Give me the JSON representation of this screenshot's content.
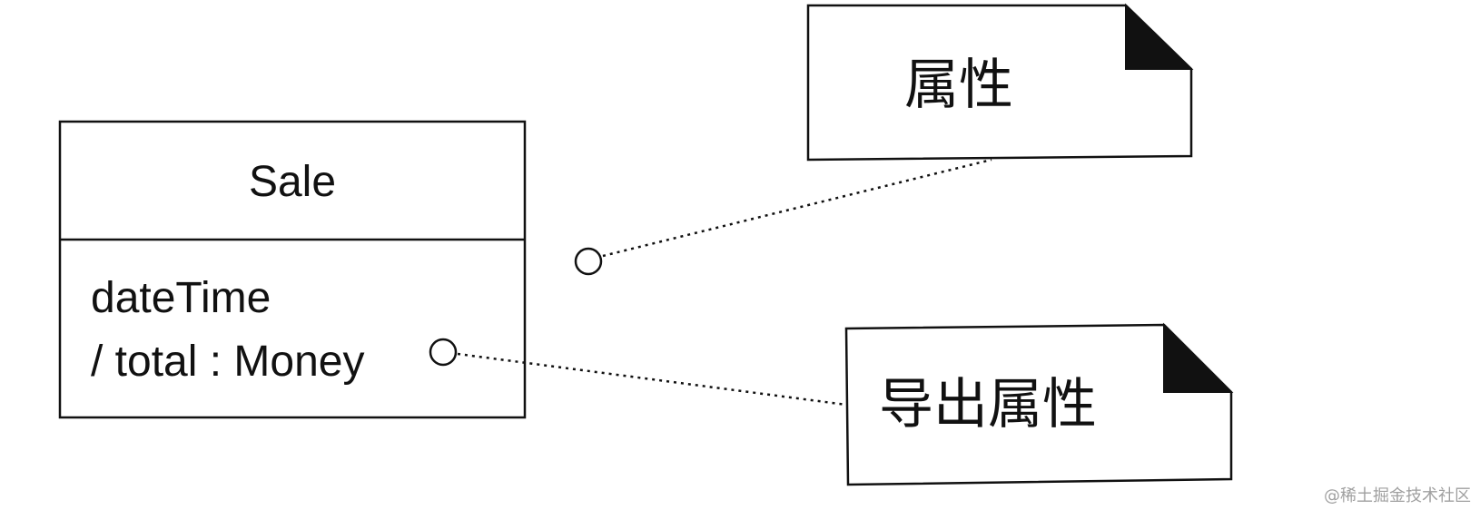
{
  "class_box": {
    "name": "Sale",
    "attributes": [
      "dateTime",
      "/ total : Money"
    ]
  },
  "notes": {
    "attribute_note": "属性",
    "derived_attribute_note": "导出属性"
  },
  "watermark": "@稀土掘金技术社区",
  "colors": {
    "stroke": "#111111",
    "background": "#ffffff",
    "watermark": "#a0a0a0"
  }
}
